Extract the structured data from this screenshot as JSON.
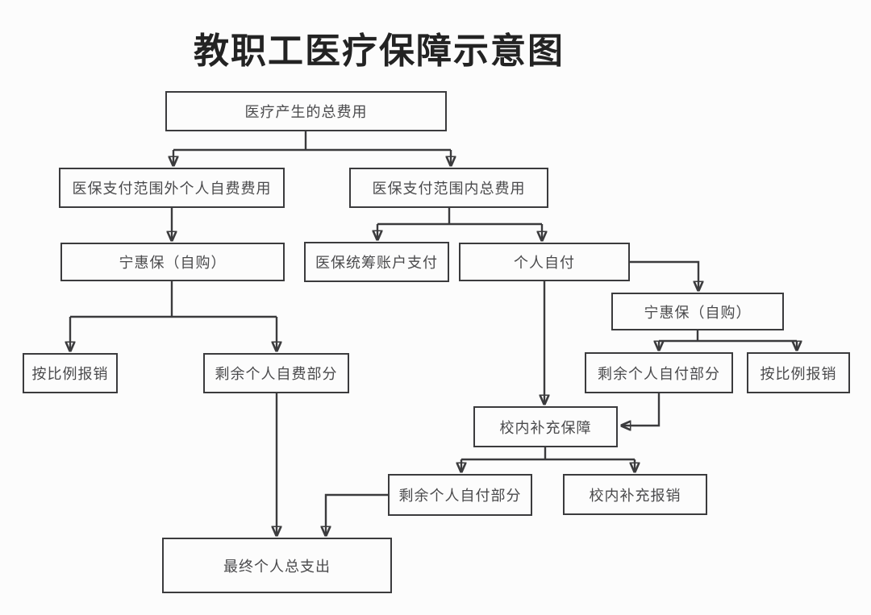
{
  "title": "教职工医疗保障示意图",
  "colors": {
    "background": "#fcfcfc",
    "line": "#3b3b3d",
    "box_border": "#3b3b3d",
    "box_text": "#4a4a4c",
    "title_text": "#232323"
  },
  "nodes": [
    {
      "id": "total-cost",
      "label": "医疗产生的总费用"
    },
    {
      "id": "outside-scope",
      "label": "医保支付范围外个人自费费用"
    },
    {
      "id": "inside-scope",
      "label": "医保支付范围内总费用"
    },
    {
      "id": "ninghuibao-left",
      "label": "宁惠保（自购）"
    },
    {
      "id": "pooled-account",
      "label": "医保统筹账户支付"
    },
    {
      "id": "self-pay",
      "label": "个人自付"
    },
    {
      "id": "ninghuibao-right",
      "label": "宁惠保（自购）"
    },
    {
      "id": "prorata-left",
      "label": "按比例报销"
    },
    {
      "id": "remaining-self-funded",
      "label": "剩余个人自费部分"
    },
    {
      "id": "remaining-self-pay-right",
      "label": "剩余个人自付部分"
    },
    {
      "id": "prorata-right",
      "label": "按比例报销"
    },
    {
      "id": "school-supplement",
      "label": "校内补充保障"
    },
    {
      "id": "remaining-self-pay-bottom",
      "label": "剩余个人自付部分"
    },
    {
      "id": "school-reimburse",
      "label": "校内补充报销"
    },
    {
      "id": "final-total",
      "label": "最终个人总支出"
    }
  ],
  "edges": [
    {
      "from": "total-cost",
      "to": "outside-scope"
    },
    {
      "from": "total-cost",
      "to": "inside-scope"
    },
    {
      "from": "outside-scope",
      "to": "ninghuibao-left"
    },
    {
      "from": "inside-scope",
      "to": "pooled-account"
    },
    {
      "from": "inside-scope",
      "to": "self-pay"
    },
    {
      "from": "ninghuibao-left",
      "to": "prorata-left"
    },
    {
      "from": "ninghuibao-left",
      "to": "remaining-self-funded"
    },
    {
      "from": "self-pay",
      "to": "ninghuibao-right"
    },
    {
      "from": "self-pay",
      "to": "school-supplement"
    },
    {
      "from": "ninghuibao-right",
      "to": "remaining-self-pay-right"
    },
    {
      "from": "ninghuibao-right",
      "to": "prorata-right"
    },
    {
      "from": "remaining-self-pay-right",
      "to": "school-supplement"
    },
    {
      "from": "school-supplement",
      "to": "remaining-self-pay-bottom"
    },
    {
      "from": "school-supplement",
      "to": "school-reimburse"
    },
    {
      "from": "remaining-self-funded",
      "to": "final-total"
    },
    {
      "from": "remaining-self-pay-bottom",
      "to": "final-total"
    }
  ]
}
